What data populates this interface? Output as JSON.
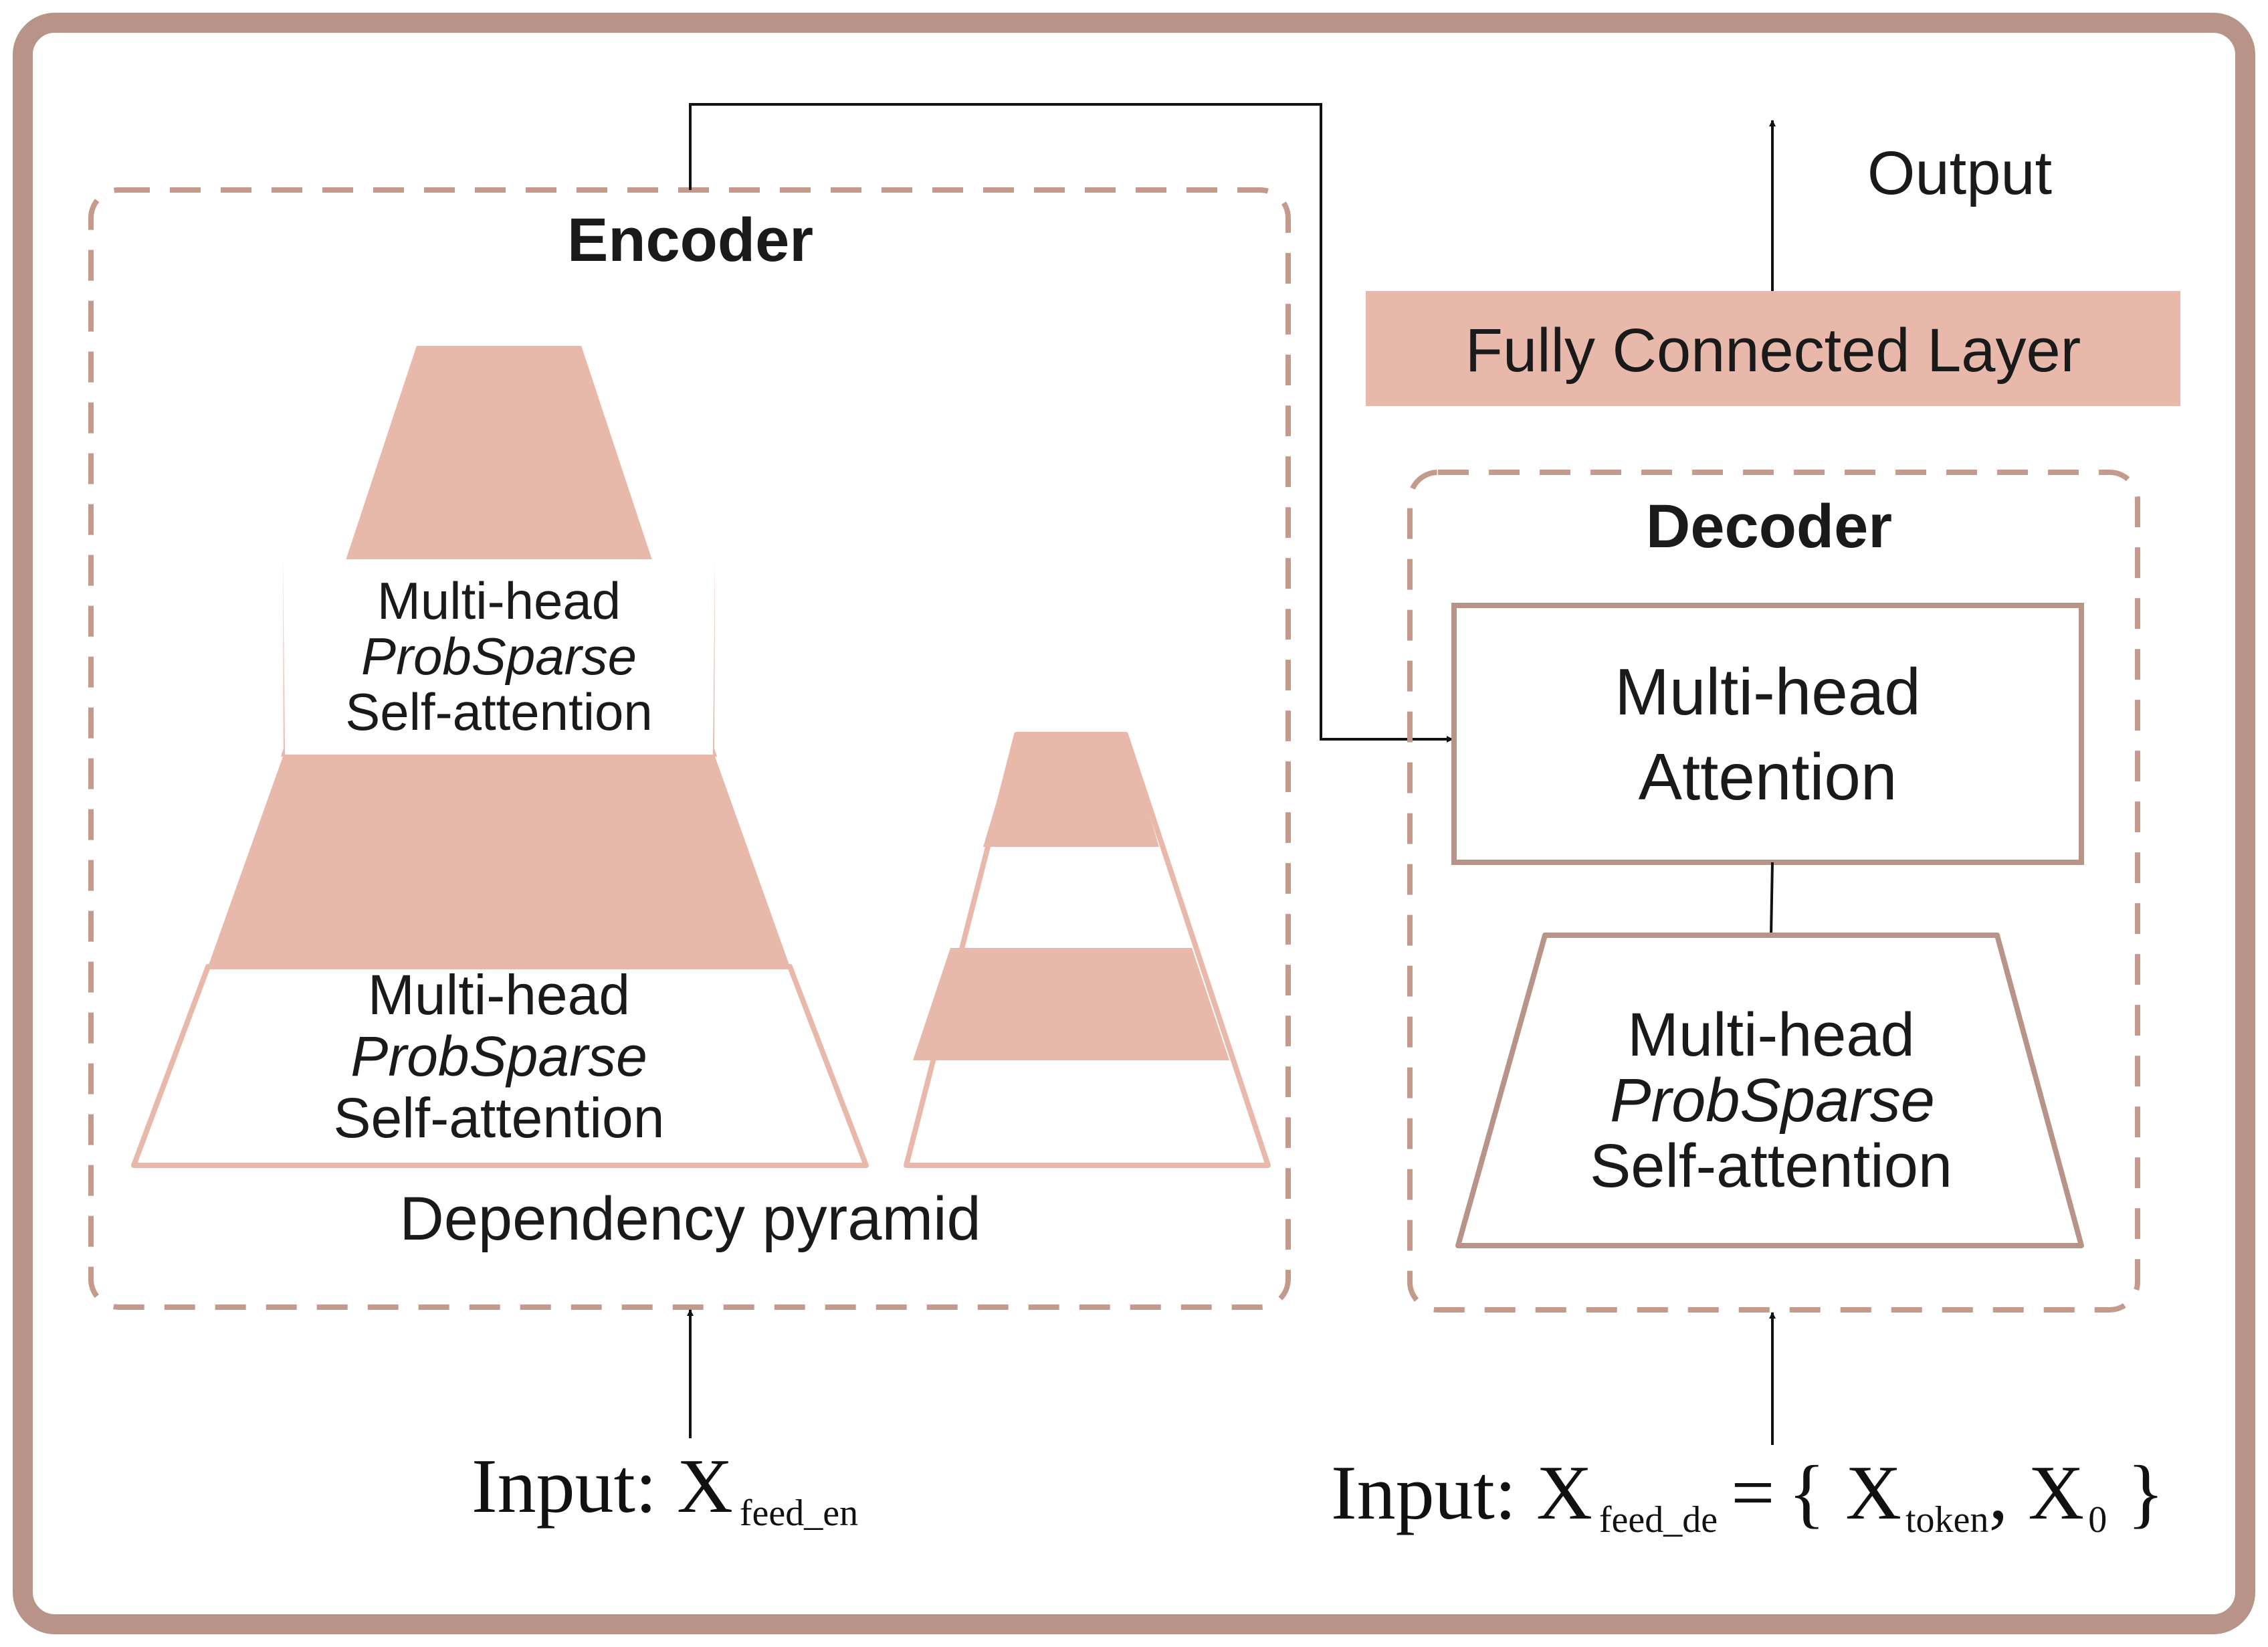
{
  "colors": {
    "frame": "#b89488",
    "fill": "#e8b9ab",
    "dashed": "#c49a8c",
    "line": "#111111"
  },
  "encoder": {
    "title": "Encoder",
    "upper_layer": {
      "line1": "Multi-head",
      "line2": "ProbSparse",
      "line3": "Self-attention"
    },
    "lower_layer": {
      "line1": "Multi-head",
      "line2": "ProbSparse",
      "line3": "Self-attention"
    },
    "caption": "Dependency pyramid"
  },
  "decoder": {
    "title": "Decoder",
    "attention": {
      "line1": "Multi-head",
      "line2": "Attention"
    },
    "self_attention": {
      "line1": "Multi-head",
      "line2": "ProbSparse",
      "line3": "Self-attention"
    }
  },
  "fc_layer": {
    "label": "Fully Connected Layer"
  },
  "output": {
    "label": "Output"
  },
  "inputs": {
    "encoder": {
      "prefix": "Input",
      "colon": ":",
      "symbol": "X",
      "subscript": "feed_en"
    },
    "decoder": {
      "prefix": "Input",
      "colon": ":",
      "symbol": "X",
      "subscript": "feed_de",
      "equals": "=",
      "lbrace": "{",
      "x1": "X",
      "x1_sub": "token",
      "comma": ",",
      "x2": "X",
      "x2_sub": "0",
      "rbrace": "}"
    }
  }
}
